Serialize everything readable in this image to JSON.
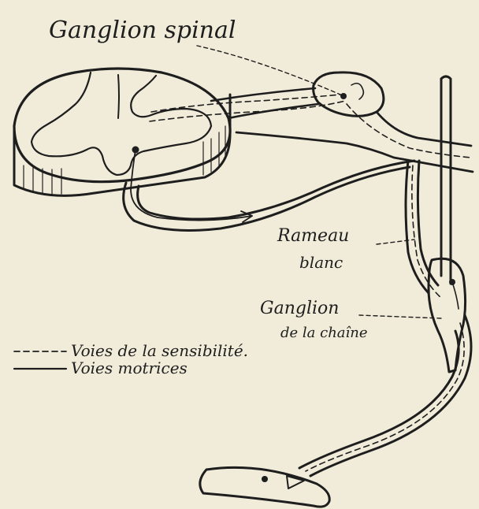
{
  "labels": {
    "ganglion_spinal": "Ganglion spinal",
    "rameau_line1": "Rameau",
    "rameau_line2": "blanc",
    "ganglion_chaine_line1": "Ganglion",
    "ganglion_chaine_line2": "de la chaîne"
  },
  "legend": {
    "sensory": "Voies de la sensibilité.",
    "motor": "Voies motrices"
  },
  "colors": {
    "paper": "#f1ecd9",
    "ink": "#1e1e1e"
  }
}
